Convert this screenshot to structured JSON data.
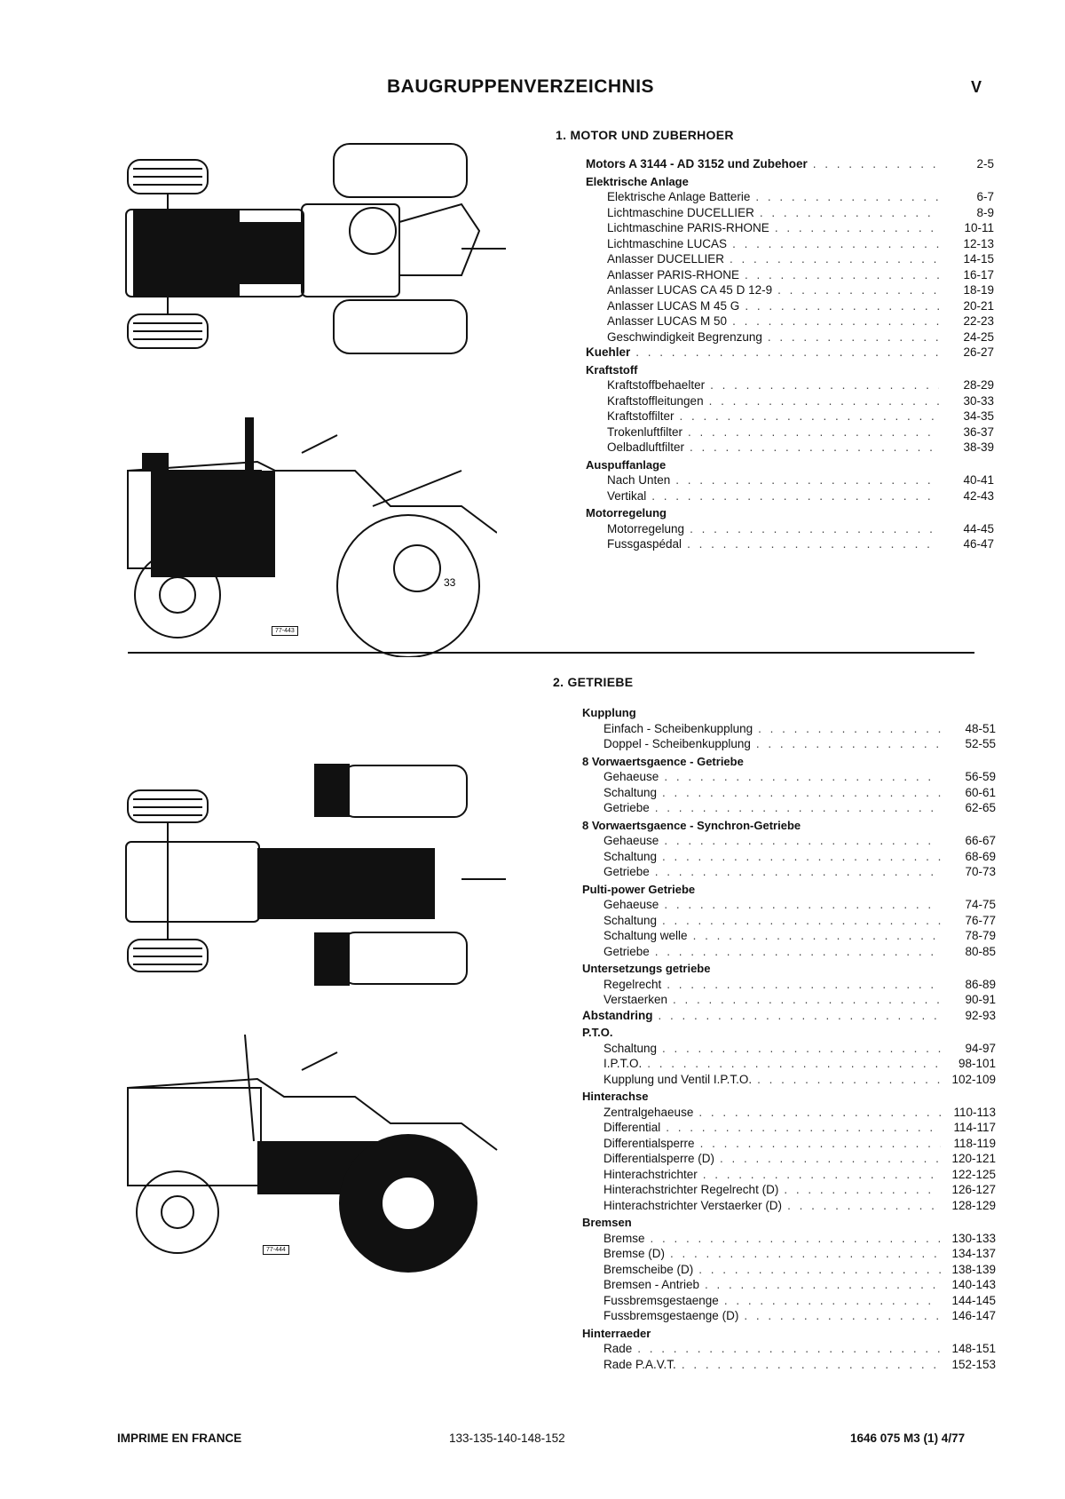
{
  "title": "BAUGRUPPENVERZEICHNIS",
  "page_number": "V",
  "figure_labels": {
    "fig1": "77-443",
    "fig2": "77-444"
  },
  "sections": [
    {
      "heading": "1. MOTOR UND ZUBERHOER",
      "entries": [
        {
          "kind": "top",
          "label": "Motors A 3144 - AD 3152 und Zubehoer",
          "pages": "2-5"
        },
        {
          "kind": "group",
          "label": "Elektrische Anlage"
        },
        {
          "kind": "item",
          "label": "Elektrische Anlage Batterie",
          "pages": "6-7"
        },
        {
          "kind": "item",
          "label": "Lichtmaschine DUCELLIER",
          "pages": "8-9"
        },
        {
          "kind": "item",
          "label": "Lichtmaschine PARIS-RHONE",
          "pages": "10-11"
        },
        {
          "kind": "item",
          "label": "Lichtmaschine LUCAS",
          "pages": "12-13"
        },
        {
          "kind": "item",
          "label": "Anlasser DUCELLIER",
          "pages": "14-15"
        },
        {
          "kind": "item",
          "label": "Anlasser PARIS-RHONE",
          "pages": "16-17"
        },
        {
          "kind": "item",
          "label": "Anlasser LUCAS CA 45 D 12-9",
          "pages": "18-19"
        },
        {
          "kind": "item",
          "label": "Anlasser LUCAS M 45 G",
          "pages": "20-21"
        },
        {
          "kind": "item",
          "label": "Anlasser LUCAS M 50",
          "pages": "22-23"
        },
        {
          "kind": "item",
          "label": "Geschwindigkeit Begrenzung",
          "pages": "24-25"
        },
        {
          "kind": "grouprow",
          "label": "Kuehler",
          "pages": "26-27"
        },
        {
          "kind": "group",
          "label": "Kraftstoff"
        },
        {
          "kind": "item",
          "label": "Kraftstoffbehaelter",
          "pages": "28-29"
        },
        {
          "kind": "item",
          "label": "Kraftstoffleitungen",
          "pages": "30-33"
        },
        {
          "kind": "item",
          "label": "Kraftstoffilter",
          "pages": "34-35"
        },
        {
          "kind": "item",
          "label": "Trokenluftfilter",
          "pages": "36-37"
        },
        {
          "kind": "item",
          "label": "Oelbadluftfilter",
          "pages": "38-39"
        },
        {
          "kind": "group",
          "label": "Auspuffanlage"
        },
        {
          "kind": "item",
          "label": "Nach Unten",
          "pages": "40-41"
        },
        {
          "kind": "item",
          "label": "Vertikal",
          "pages": "42-43"
        },
        {
          "kind": "group",
          "label": "Motorregelung"
        },
        {
          "kind": "item",
          "label": "Motorregelung",
          "pages": "44-45"
        },
        {
          "kind": "item",
          "label": "Fussgaspédal",
          "pages": "46-47"
        }
      ]
    },
    {
      "heading": "2. GETRIEBE",
      "entries": [
        {
          "kind": "group",
          "label": "Kupplung"
        },
        {
          "kind": "item",
          "label": "Einfach - Scheibenkupplung",
          "pages": "48-51"
        },
        {
          "kind": "item",
          "label": "Doppel - Scheibenkupplung",
          "pages": "52-55"
        },
        {
          "kind": "group",
          "label": "8 Vorwaertsgaence - Getriebe"
        },
        {
          "kind": "item",
          "label": "Gehaeuse",
          "pages": "56-59"
        },
        {
          "kind": "item",
          "label": "Schaltung",
          "pages": "60-61"
        },
        {
          "kind": "item",
          "label": "Getriebe",
          "pages": "62-65"
        },
        {
          "kind": "group",
          "label": "8 Vorwaertsgaence - Synchron-Getriebe"
        },
        {
          "kind": "item",
          "label": "Gehaeuse",
          "pages": "66-67"
        },
        {
          "kind": "item",
          "label": "Schaltung",
          "pages": "68-69"
        },
        {
          "kind": "item",
          "label": "Getriebe",
          "pages": "70-73"
        },
        {
          "kind": "group",
          "label": "Pulti-power Getriebe"
        },
        {
          "kind": "item",
          "label": "Gehaeuse",
          "pages": "74-75"
        },
        {
          "kind": "item",
          "label": "Schaltung",
          "pages": "76-77"
        },
        {
          "kind": "item",
          "label": "Schaltung welle",
          "pages": "78-79"
        },
        {
          "kind": "item",
          "label": "Getriebe",
          "pages": "80-85"
        },
        {
          "kind": "group",
          "label": "Untersetzungs getriebe"
        },
        {
          "kind": "item",
          "label": "Regelrecht",
          "pages": "86-89"
        },
        {
          "kind": "item",
          "label": "Verstaerken",
          "pages": "90-91"
        },
        {
          "kind": "grouprow",
          "label": "Abstandring",
          "pages": "92-93"
        },
        {
          "kind": "group",
          "label": "P.T.O."
        },
        {
          "kind": "item",
          "label": "Schaltung",
          "pages": "94-97"
        },
        {
          "kind": "item",
          "label": "I.P.T.O.",
          "pages": "98-101"
        },
        {
          "kind": "item",
          "label": "Kupplung und Ventil I.P.T.O.",
          "pages": "102-109"
        },
        {
          "kind": "group",
          "label": "Hinterachse"
        },
        {
          "kind": "item",
          "label": "Zentralgehaeuse",
          "pages": "110-113"
        },
        {
          "kind": "item",
          "label": "Differential",
          "pages": "114-117"
        },
        {
          "kind": "item",
          "label": "Differentialsperre",
          "pages": "118-119"
        },
        {
          "kind": "item",
          "label": "Differentialsperre (D)",
          "pages": "120-121"
        },
        {
          "kind": "item",
          "label": "Hinterachstrichter",
          "pages": "122-125"
        },
        {
          "kind": "item",
          "label": "Hinterachstrichter Regelrecht (D)",
          "pages": "126-127"
        },
        {
          "kind": "item",
          "label": "Hinterachstrichter Verstaerker (D)",
          "pages": "128-129"
        },
        {
          "kind": "group",
          "label": "Bremsen"
        },
        {
          "kind": "item",
          "label": "Bremse",
          "pages": "130-133"
        },
        {
          "kind": "item",
          "label": "Bremse (D)",
          "pages": "134-137"
        },
        {
          "kind": "item",
          "label": "Bremscheibe (D)",
          "pages": "138-139"
        },
        {
          "kind": "item",
          "label": "Bremsen - Antrieb",
          "pages": "140-143"
        },
        {
          "kind": "item",
          "label": "Fussbremsgestaenge",
          "pages": "144-145"
        },
        {
          "kind": "item",
          "label": "Fussbremsgestaenge (D)",
          "pages": "146-147"
        },
        {
          "kind": "group",
          "label": "Hinterraeder"
        },
        {
          "kind": "item",
          "label": "Rade",
          "pages": "148-151"
        },
        {
          "kind": "item",
          "label": "Rade P.A.V.T.",
          "pages": "152-153"
        }
      ]
    }
  ],
  "footer": {
    "left": "IMPRIME EN FRANCE",
    "center": "133-135-140-148-152",
    "right": "1646 075 M3 (1) 4/77"
  }
}
